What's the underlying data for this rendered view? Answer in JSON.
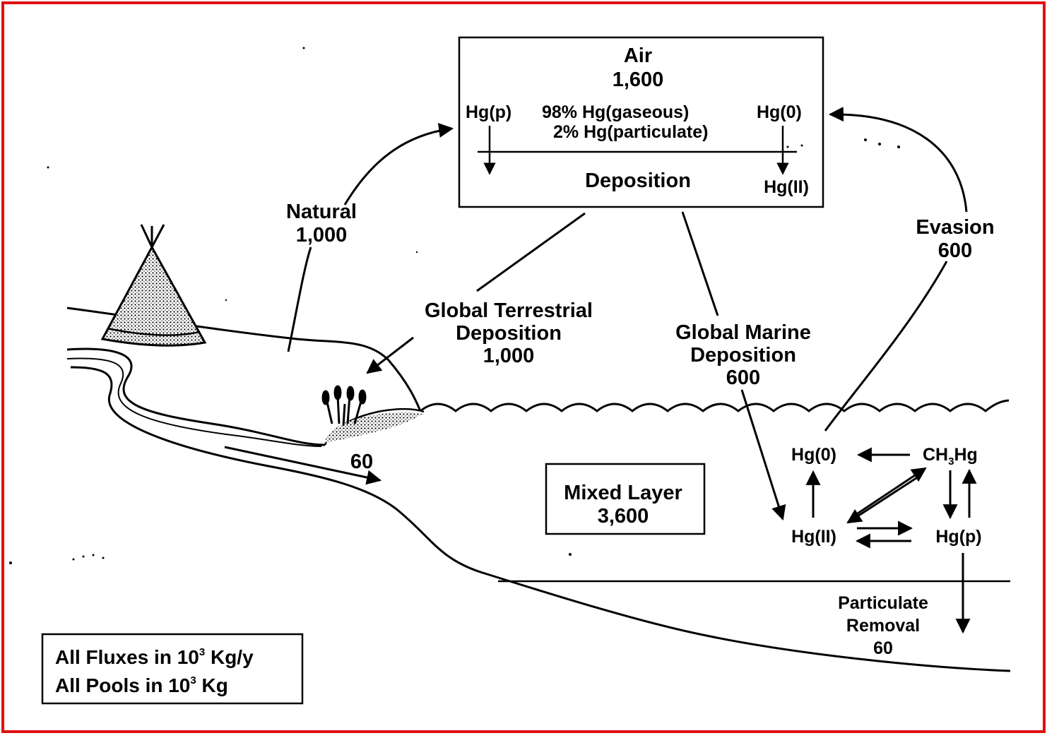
{
  "air": {
    "title": "Air",
    "pool": "1,600",
    "hgp": "Hg(p)",
    "gaseous": "98% Hg(gaseous)",
    "particulate": "2% Hg(particulate)",
    "hg0": "Hg(0)",
    "deposition": "Deposition",
    "hgii": "Hg(II)"
  },
  "natural": {
    "label": "Natural",
    "value": "1,000"
  },
  "terrestrial": {
    "line1": "Global Terrestrial",
    "line2": "Deposition",
    "value": "1,000"
  },
  "marine": {
    "line1": "Global Marine",
    "line2": "Deposition",
    "value": "600"
  },
  "evasion": {
    "label": "Evasion",
    "value": "600"
  },
  "runoff": {
    "value": "60"
  },
  "mixed_layer": {
    "label": "Mixed Layer",
    "pool": "3,600"
  },
  "species": {
    "hg0": "Hg(0)",
    "ch3hg_main": "CH",
    "ch3hg_sub": "3",
    "ch3hg_end": "Hg",
    "hgii": "Hg(II)",
    "hgp": "Hg(p)"
  },
  "particulate": {
    "line1": "Particulate",
    "line2": "Removal",
    "value": "60"
  },
  "legend": {
    "flux_prefix": "All Fluxes in 10",
    "flux_exp": "3",
    "flux_suffix": " Kg/y",
    "pool_prefix": "All Pools in 10",
    "pool_exp": "3",
    "pool_suffix": " Kg"
  },
  "colors": {
    "border": "#e01010",
    "ink": "#000000"
  }
}
